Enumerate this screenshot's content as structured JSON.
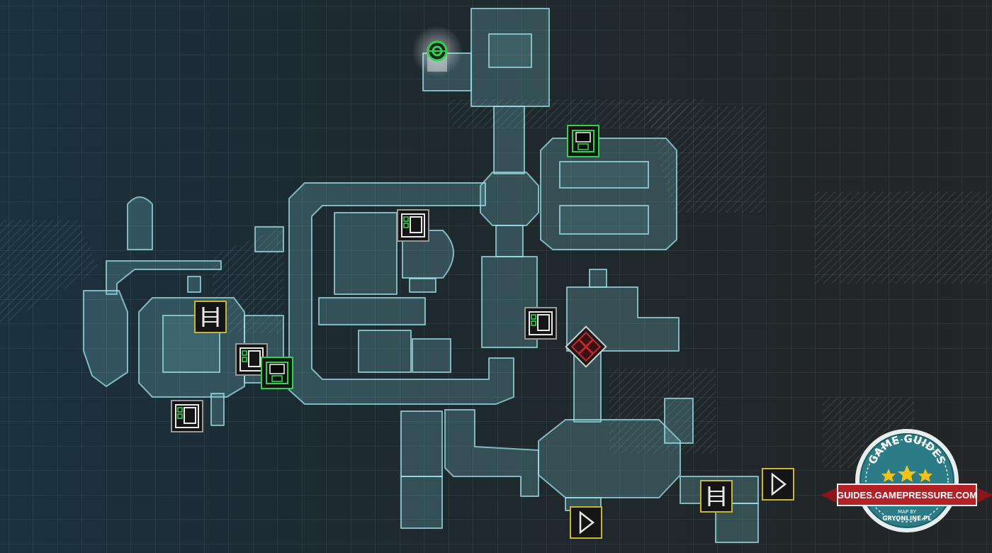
{
  "map": {
    "markers": [
      {
        "type": "map-station",
        "icon": "map-station-icon",
        "color": "#9a9a9a"
      },
      {
        "type": "map-station",
        "icon": "map-station-icon",
        "color": "#9a9a9a"
      },
      {
        "type": "map-station",
        "icon": "map-station-icon",
        "color": "#9a9a9a"
      },
      {
        "type": "map-station",
        "icon": "map-station-icon",
        "color": "#9a9a9a"
      },
      {
        "type": "save-station",
        "icon": "save-station-icon",
        "color": "#2fd24a"
      },
      {
        "type": "save-station",
        "icon": "save-station-icon",
        "color": "#2fd24a"
      },
      {
        "type": "ladder",
        "icon": "ladder-icon",
        "color": "#c9b43a"
      },
      {
        "type": "ladder",
        "icon": "ladder-icon",
        "color": "#c9b43a"
      },
      {
        "type": "transit-exit",
        "icon": "play-arrow-icon",
        "color": "#c9b43a"
      },
      {
        "type": "transit-exit",
        "icon": "play-arrow-icon",
        "color": "#c9b43a"
      },
      {
        "type": "blocked-door",
        "icon": "blocked-x-icon",
        "color": "#c0282c"
      },
      {
        "type": "player-position",
        "icon": "player-location-icon",
        "color": "#2fd24a"
      }
    ]
  },
  "badge": {
    "top_text": "GAME GUIDES",
    "banner_text": "GUIDES.GAMEPRESSURE.COM",
    "map_by": "MAP BY",
    "credit": "GRYONLINE.PL",
    "colors": {
      "badge": "#2b7c86",
      "banner": "#b32127",
      "stars": "#f3c318"
    }
  }
}
